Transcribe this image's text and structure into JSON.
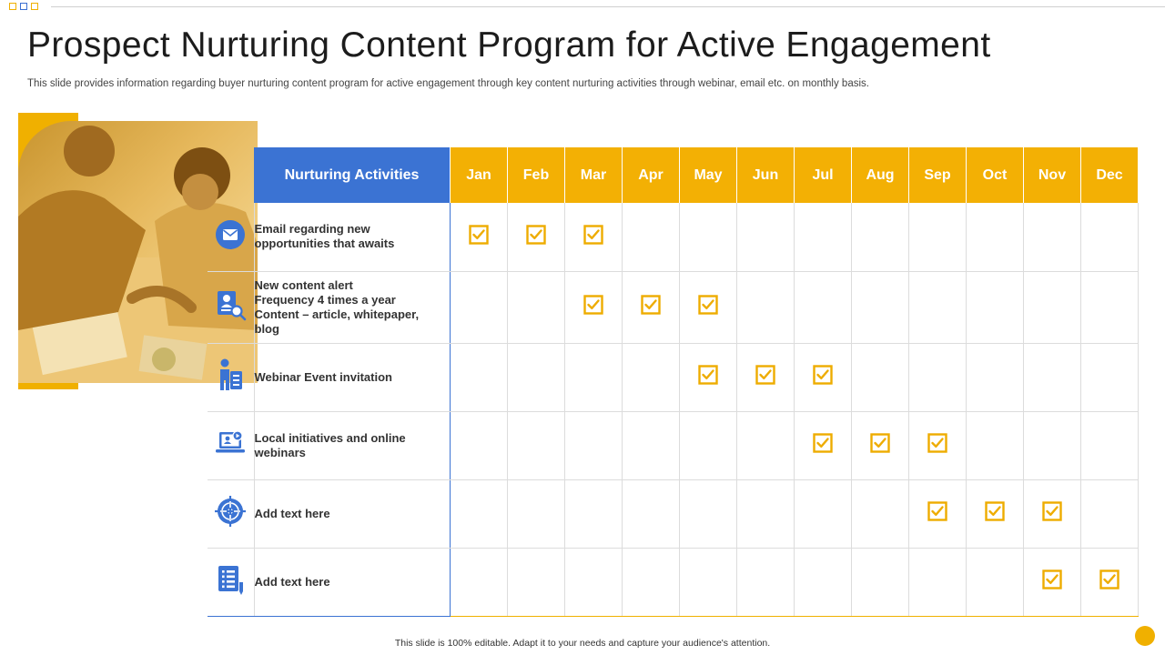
{
  "slide": {
    "title": "Prospect Nurturing Content Program for Active Engagement",
    "subtitle": "This slide provides information regarding buyer nurturing content program for active  engagement through key content nurturing activities through webinar, email etc. on monthly basis.",
    "footer": "This slide is 100% editable.  Adapt it to your needs and capture your audience's attention."
  },
  "colors": {
    "accent_yellow": "#f3b004",
    "accent_blue": "#3b73d3"
  },
  "table": {
    "activity_header": "Nurturing Activities",
    "months": [
      "Jan",
      "Feb",
      "Mar",
      "Apr",
      "May",
      "Jun",
      "Jul",
      "Aug",
      "Sep",
      "Oct",
      "Nov",
      "Dec"
    ],
    "rows": [
      {
        "icon": "email-icon",
        "label_lines": [
          "Email regarding new",
          "opportunities that awaits"
        ],
        "checked": [
          "Jan",
          "Feb",
          "Mar"
        ]
      },
      {
        "icon": "profile-search-icon",
        "label_lines": [
          "New content alert",
          "Frequency 4 times a year",
          "Content – article, whitepaper,",
          "blog"
        ],
        "checked": [
          "Mar",
          "Apr",
          "May"
        ]
      },
      {
        "icon": "presenter-icon",
        "label_lines": [
          "Webinar Event invitation"
        ],
        "checked": [
          "May",
          "Jun",
          "Jul"
        ]
      },
      {
        "icon": "laptop-video-icon",
        "label_lines": [
          "Local initiatives and online",
          "webinars"
        ],
        "checked": [
          "Jul",
          "Aug",
          "Sep"
        ]
      },
      {
        "icon": "target-icon",
        "label_lines": [
          "Add text here"
        ],
        "checked": [
          "Sep",
          "Oct",
          "Nov"
        ]
      },
      {
        "icon": "list-icon",
        "label_lines": [
          "Add text here"
        ],
        "checked": [
          "Nov",
          "Dec"
        ]
      }
    ]
  }
}
